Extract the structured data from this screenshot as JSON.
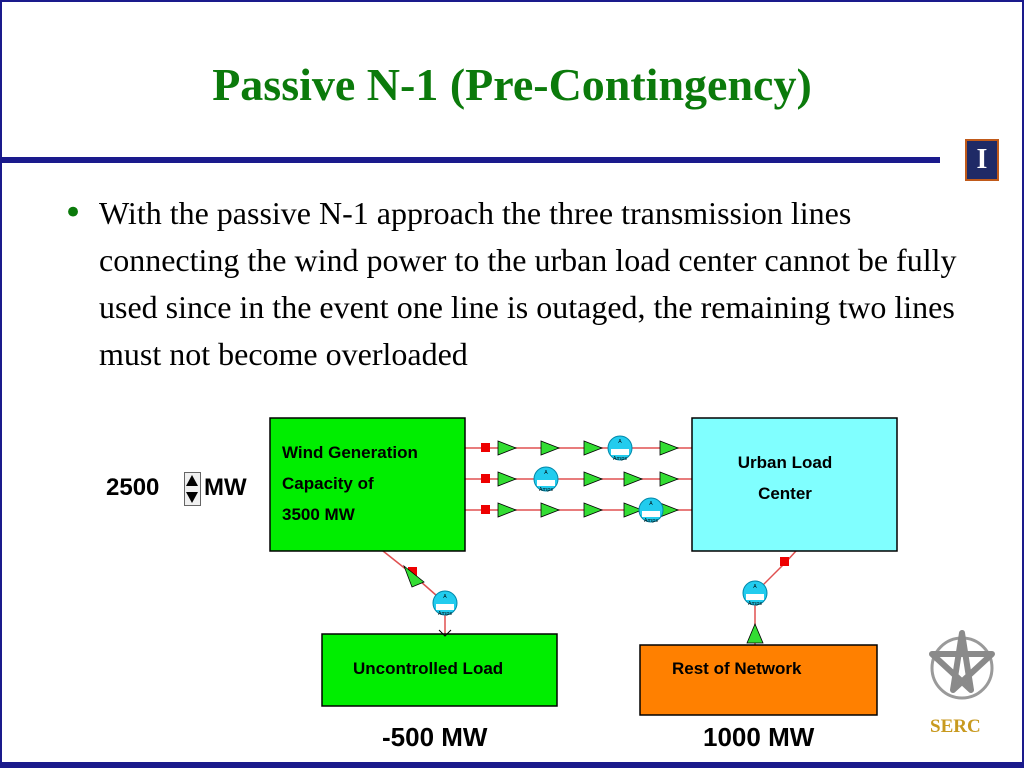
{
  "title": "Passive N-1 (Pre-Contingency)",
  "bullet": "With the passive N-1 approach the three transmission lines connecting the wind power to the urban load center cannot be fully used since in the event one line is outaged, the remaining two lines must not become overloaded",
  "wind_box": {
    "line1": "Wind Generation",
    "line2": "Capacity of",
    "line3": "3500 MW"
  },
  "urban_box": {
    "line1": "Urban Load",
    "line2": "Center"
  },
  "uncontrolled_box": {
    "label": "Uncontrolled Load"
  },
  "rest_box": {
    "label": "Rest of Network"
  },
  "wind_mw": {
    "value": "2500",
    "unit": "MW"
  },
  "uncontrolled_mw": "-500 MW",
  "rest_mw": "1000 MW",
  "logo_text": "SERC",
  "gauge_label": "Amps",
  "gauge_top": "A",
  "colors": {
    "title_green": "#0b7a0b",
    "rule_blue": "#1a1a8c",
    "gen_green": "#00ee00",
    "load_cyan": "#80ffff",
    "rest_orange": "#ff8000",
    "line_red": "#e05050",
    "breaker_red": "#ee0000",
    "gauge_cyan": "#22ccee"
  }
}
